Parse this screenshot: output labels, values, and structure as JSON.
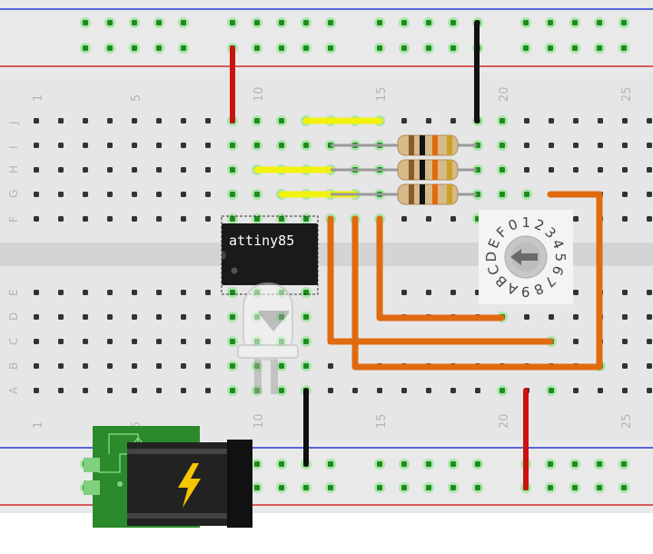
{
  "breadboard": {
    "column_labels": [
      "1",
      "5",
      "10",
      "15",
      "20",
      "25"
    ],
    "row_labels_top": [
      "J",
      "I",
      "H",
      "G",
      "F"
    ],
    "row_labels_bottom": [
      "E",
      "D",
      "C",
      "B",
      "A"
    ]
  },
  "chip": {
    "label": "attiny85"
  },
  "rotary_switch": {
    "digits": [
      "0",
      "1",
      "2",
      "3",
      "4",
      "5",
      "6",
      "7",
      "8",
      "9",
      "A",
      "B",
      "C",
      "D",
      "E",
      "F"
    ]
  },
  "colors": {
    "board": "#e6e6e6",
    "hole": "#333333",
    "connected_hole": "#39c639",
    "rail_blue": "#2a3bd6",
    "rail_red": "#d62a2a",
    "wire_red": "#cc1111",
    "wire_black": "#111111",
    "wire_yellow": "#f2f20f",
    "wire_orange": "#e06a10",
    "power_jack_pcb": "#2b8a2b"
  },
  "icons": {
    "power_jack_symbol": "lightning-bolt-icon"
  }
}
